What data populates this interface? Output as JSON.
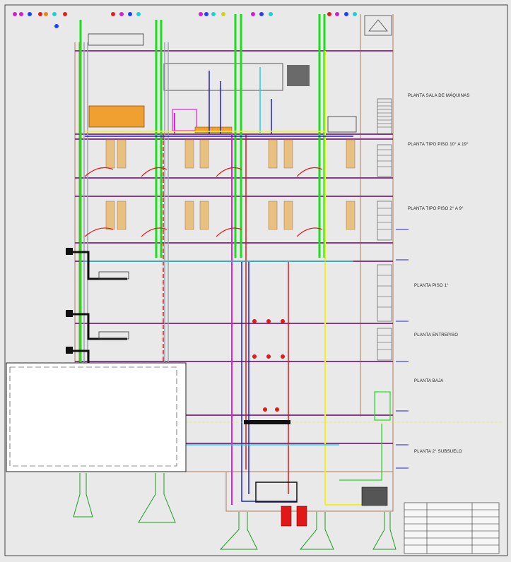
{
  "drawing": {
    "floor_labels": [
      {
        "id": "sala-maquinas",
        "text": "PLANTA SALA DE MÁQUINAS"
      },
      {
        "id": "tipo-10-19",
        "text": "PLANTA TIPO PISO 10° A 19°"
      },
      {
        "id": "tipo-2-9",
        "text": "PLANTA TIPO PISO 2° A 9°"
      },
      {
        "id": "piso-1",
        "text": "PLANTA PISO 1°"
      },
      {
        "id": "entrepiso",
        "text": "PLANTA ENTREPISO"
      },
      {
        "id": "baja",
        "text": "PLANTA BAJA"
      },
      {
        "id": "subsuelo-2",
        "text": "PLANTA 2° SUBSUELO"
      }
    ],
    "colors": {
      "background": "#e9e9ea",
      "frame": "#444444",
      "slab": "#8a3a8a",
      "wall": "#b07a55",
      "supply_green": "#19e019",
      "return_red": "#e01818",
      "magenta": "#e020e0",
      "blue": "#2020d0",
      "cyan": "#20d0e0",
      "yellow": "#f0f020",
      "gray_duct": "#9aa6b0"
    }
  }
}
